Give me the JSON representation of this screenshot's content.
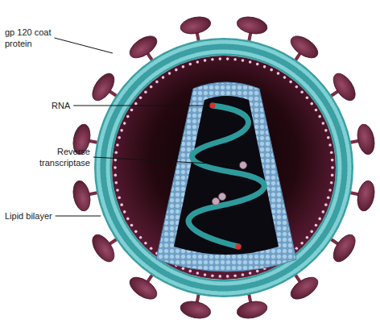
{
  "diagram": {
    "labels": [
      "gp 120 coat protein",
      "RNA",
      "Reverse transcriptase",
      "Lipid bilayer"
    ]
  }
}
